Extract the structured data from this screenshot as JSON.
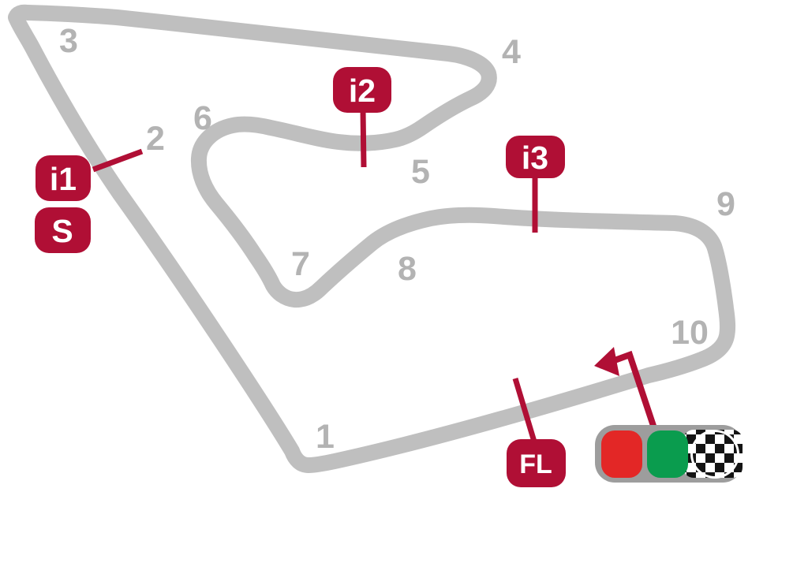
{
  "map": {
    "corner_labels": [
      "1",
      "2",
      "3",
      "4",
      "5",
      "6",
      "7",
      "8",
      "9",
      "10"
    ],
    "markers": {
      "intermediate_1": "i1",
      "intermediate_2": "i2",
      "intermediate_3": "i3",
      "start": "S",
      "finish_line": "FL"
    },
    "colors": {
      "track": "#bfbfbf",
      "corner_label": "#b3b3b3",
      "marker": "#b00f35",
      "light_red": "#e32726",
      "light_green": "#0a9c4e",
      "light_housing": "#9d9d9d",
      "checker": "#141414",
      "background": "#ffffff"
    }
  }
}
